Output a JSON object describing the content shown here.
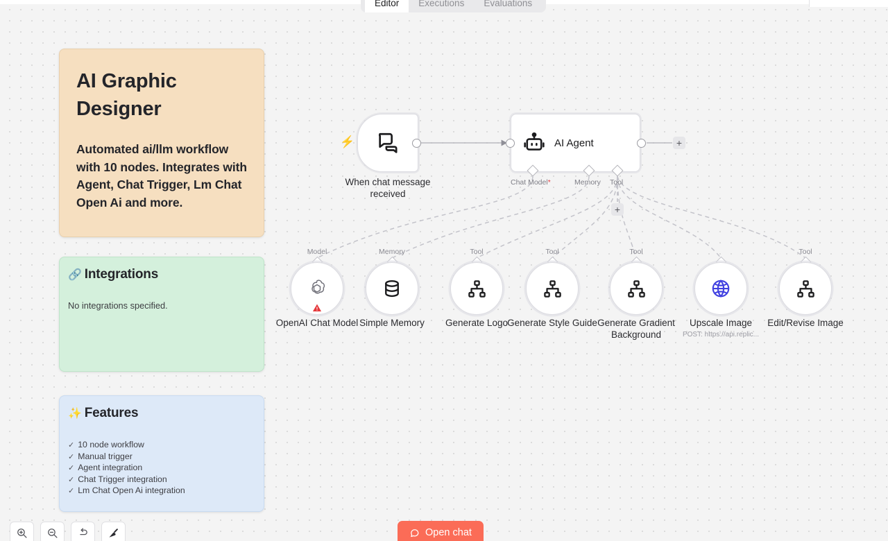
{
  "tabs": [
    {
      "label": "Editor",
      "active": true
    },
    {
      "label": "Executions",
      "active": false
    },
    {
      "label": "Evaluations",
      "active": false
    }
  ],
  "notes": {
    "title_card": {
      "heading": "AI Graphic Designer",
      "body": "Automated ai/llm workflow with 10 nodes. Integrates with Agent, Chat Trigger, Lm Chat Open Ai and more."
    },
    "integrations_card": {
      "emoji": "🔗",
      "heading": "Integrations",
      "body": "No integrations specified."
    },
    "features_card": {
      "emoji": "✨",
      "heading": "Features",
      "check": "✓",
      "items": [
        "10 node workflow",
        "Manual trigger",
        "Agent integration",
        "Chat Trigger integration",
        "Lm Chat Open Ai integration"
      ]
    }
  },
  "flow": {
    "trigger": {
      "label": "When chat message received",
      "icon": "chat-bubbles-icon",
      "bolt": "⚡"
    },
    "agent": {
      "label": "AI Agent",
      "icon": "robot-icon",
      "connectors": [
        {
          "label": "Chat Model",
          "required": true,
          "required_mark": "*"
        },
        {
          "label": "Memory",
          "required": false,
          "required_mark": ""
        },
        {
          "label": "Tool",
          "required": false,
          "required_mark": ""
        }
      ],
      "add_tool_label": "+",
      "add_next_label": "+"
    },
    "subnodes": [
      {
        "top_label": "Model",
        "label": "OpenAI Chat Model",
        "sublabel": "",
        "icon": "openai-icon",
        "warning": true
      },
      {
        "top_label": "Memory",
        "label": "Simple Memory",
        "sublabel": "",
        "icon": "database-icon",
        "warning": false
      },
      {
        "top_label": "Tool",
        "label": "Generate Logo",
        "sublabel": "",
        "icon": "hierarchy-icon",
        "warning": false
      },
      {
        "top_label": "Tool",
        "label": "Generate Style Guide",
        "sublabel": "",
        "icon": "hierarchy-icon",
        "warning": false
      },
      {
        "top_label": "Tool",
        "label": "Generate Gradient Background",
        "sublabel": "",
        "icon": "hierarchy-icon",
        "warning": false
      },
      {
        "top_label": "",
        "label": "Upscale Image",
        "sublabel": "POST: https://api.replic...",
        "icon": "globe-icon",
        "warning": false
      },
      {
        "top_label": "Tool",
        "label": "Edit/Revise Image",
        "sublabel": "",
        "icon": "hierarchy-icon",
        "warning": false
      }
    ]
  },
  "toolbar": {
    "zoom_in": "zoom-in",
    "zoom_out": "zoom-out",
    "reset_zoom": "reset-zoom",
    "tidy_up": "tidy-up"
  },
  "chat_button": {
    "label": "Open chat",
    "icon": "chat-bubble-icon"
  },
  "colors": {
    "accent_orange": "#fb6c57",
    "canvas_bg": "#f4f4f4",
    "note_title_bg": "#f6dfc0",
    "note_integrations_bg": "#d4f0dc",
    "note_features_bg": "#dde9f8",
    "warning_red": "#e5383b",
    "globe_blue": "#4040e0"
  }
}
